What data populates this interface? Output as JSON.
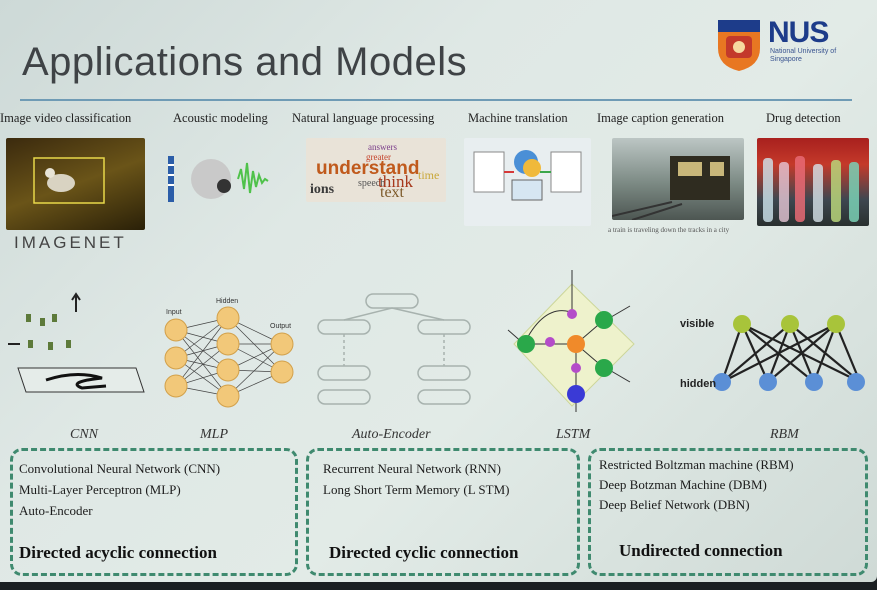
{
  "slide": {
    "title": "Applications and Models",
    "logo": {
      "text": "NUS",
      "subtitle": "National University of Singapore"
    },
    "applications": [
      "Image video classification",
      "Acoustic modeling",
      "Natural language processing",
      "Machine translation",
      "Image caption generation",
      "Drug detection"
    ],
    "imagenet_logo": "IMAGENET",
    "caption_example": "a train is traveling down the tracks in a city",
    "word_cloud": [
      "answers",
      "greater",
      "understand",
      "speech",
      "think",
      "text",
      "ions",
      "time"
    ],
    "mlp_layer_labels": [
      "Input",
      "Hidden",
      "Output"
    ],
    "rbm_layer_labels": [
      "visible",
      "hidden"
    ],
    "models": [
      "CNN",
      "MLP",
      "Auto-Encoder",
      "LSTM",
      "RBM"
    ],
    "groups": [
      {
        "items": [
          "Convolutional Neural Network (CNN)",
          "Multi-Layer Perceptron (MLP)",
          "Auto-Encoder"
        ],
        "title": "Directed acyclic connection"
      },
      {
        "items": [
          "Recurrent Neural Network (RNN)",
          "Long Short Term Memory (L STM)"
        ],
        "title": "Directed cyclic connection"
      },
      {
        "items": [
          "Restricted Boltzman machine (RBM)",
          "Deep Botzman Machine (DBM)",
          "Deep Belief Network (DBN)"
        ],
        "title": "Undirected connection"
      }
    ]
  },
  "colors": {
    "accent_rule": "#6f9bb5",
    "nus_blue": "#1d3c8a",
    "nus_orange": "#e87722",
    "dashed_border": "#3f8a6f",
    "node_yellow": "#f2c879",
    "lstm_green": "#2aa84a",
    "rbm_blue": "#5b8fd6",
    "rbm_green": "#a8c43a"
  }
}
